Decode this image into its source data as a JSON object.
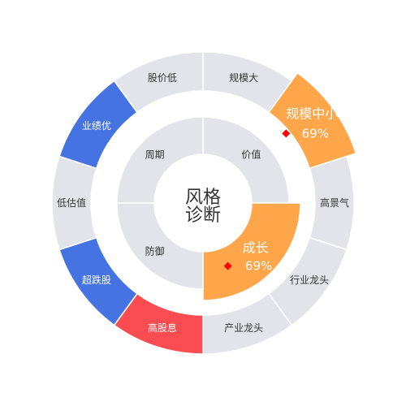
{
  "chart_data": {
    "type": "pie",
    "center_label": [
      "风格",
      "诊断"
    ],
    "colors": {
      "base": "#e3e4ea",
      "orange": "#ffa64a",
      "blue": "#4673e2",
      "red": "#fb4c51",
      "separator": "#ffffff"
    },
    "inner": {
      "categories": [
        "价值",
        "成长",
        "防御",
        "周期"
      ],
      "highlight": {
        "index": 1,
        "label": "成长",
        "value": "69%",
        "color": "orange"
      }
    },
    "outer": {
      "categories": [
        "规模大",
        "规模中小",
        "高景气",
        "行业龙头",
        "产业龙头",
        "高股息",
        "超跌股",
        "低估值",
        "业绩优",
        "股价低"
      ],
      "highlights": [
        {
          "index": 1,
          "label": "规模中小",
          "value": "69%",
          "color": "orange"
        },
        {
          "index": 5,
          "color": "red"
        },
        {
          "index": 6,
          "color": "blue"
        },
        {
          "index": 8,
          "color": "blue"
        }
      ]
    }
  }
}
